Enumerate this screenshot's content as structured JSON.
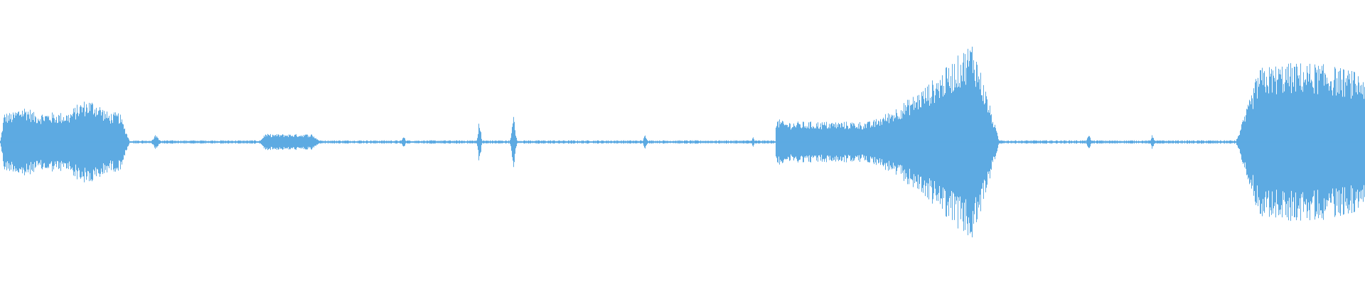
{
  "waveform": {
    "color": "#5DAAE2",
    "background": "#FFFFFF",
    "segments": [
      {
        "start": 0.0,
        "end": 0.095,
        "amplitude": 0.24,
        "shape": "double-hump"
      },
      {
        "start": 0.11,
        "end": 0.118,
        "amplitude": 0.04,
        "shape": "blip"
      },
      {
        "start": 0.19,
        "end": 0.235,
        "amplitude": 0.05,
        "shape": "flat-block"
      },
      {
        "start": 0.293,
        "end": 0.298,
        "amplitude": 0.03,
        "shape": "blip"
      },
      {
        "start": 0.348,
        "end": 0.354,
        "amplitude": 0.13,
        "shape": "spike"
      },
      {
        "start": 0.372,
        "end": 0.38,
        "amplitude": 0.15,
        "shape": "spike"
      },
      {
        "start": 0.47,
        "end": 0.475,
        "amplitude": 0.04,
        "shape": "blip"
      },
      {
        "start": 0.55,
        "end": 0.553,
        "amplitude": 0.03,
        "shape": "blip"
      },
      {
        "start": 0.568,
        "end": 0.732,
        "amplitude": 0.58,
        "shape": "crescendo"
      },
      {
        "start": 0.795,
        "end": 0.8,
        "amplitude": 0.04,
        "shape": "blip"
      },
      {
        "start": 0.842,
        "end": 0.846,
        "amplitude": 0.04,
        "shape": "blip"
      },
      {
        "start": 0.905,
        "end": 1.0,
        "amplitude": 0.45,
        "shape": "plateau"
      }
    ],
    "baseline_noise": 0.008
  }
}
